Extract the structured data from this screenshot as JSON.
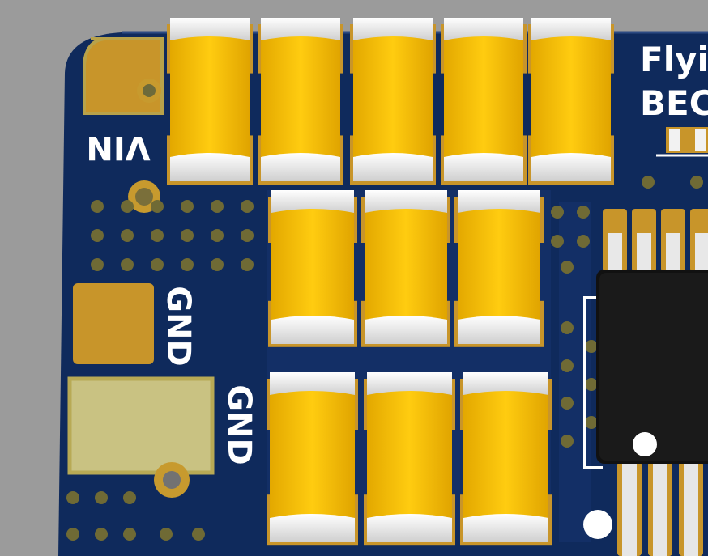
{
  "silkscreen": {
    "vin": "VIN",
    "gnd_a": "GND",
    "gnd_b": "GND",
    "brand_line1": "Flyi",
    "brand_line2": "BEC"
  },
  "colors": {
    "background": "#9b9b9b",
    "board": "#0f2a5c",
    "copper": "#c8952a",
    "capacitor": "#f7c200",
    "cap_end": "#f4f4f4",
    "silk": "#ffffff",
    "chip": "#111111"
  }
}
